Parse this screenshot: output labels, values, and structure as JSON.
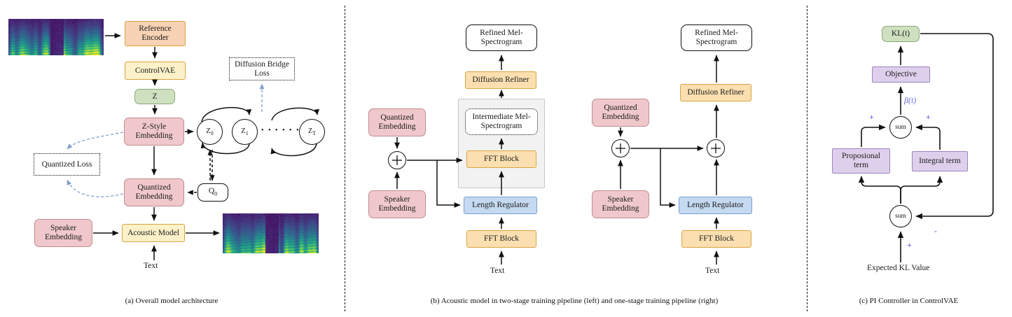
{
  "figure": {
    "title": "Model architecture figure (three panels)",
    "captions": [
      "(a) Overall model architecture",
      "(b) Acoustic model in two-stage training pipeline (left) and  one-stage training pipeline (right)",
      "(c) PI Controller in ControlVAE"
    ]
  },
  "colors": {
    "peach": "#f7d2b4",
    "yellow": "#fdf1c9",
    "orange": "#fbdfb0",
    "green": "#cfe0c0",
    "pink": "#f0c8cb",
    "blue": "#c5d9f1",
    "purple": "#ded0ec",
    "gold_border": "#d9a441",
    "pink_border": "#c08b90",
    "blue_border": "#7ba0cc",
    "purple_border": "#9d84bd",
    "green_border": "#8aa878",
    "loss_arrow": "#7f9ecb",
    "sign_blue": "#6a6ae0",
    "stroke": "#111111"
  },
  "panel_a": {
    "caption": "(a) Overall model architecture",
    "nodes": {
      "reference_encoder": "Reference Encoder",
      "controlvae": "ControlVAE",
      "z": "Z",
      "z_style_embedding": "Z-Style Embedding",
      "quantized_embedding": "Quantized Embedding",
      "speaker_embedding": "Speaker Embedding",
      "acoustic_model": "Acoustic Model",
      "quantized_loss": "Quantized Loss",
      "diffusion_bridge_loss": "Diffusion Bridge Loss",
      "q0": "Q",
      "q0_sub": "0",
      "text": "Text"
    },
    "diffusion_chain": [
      {
        "base": "Z",
        "sub": "0"
      },
      {
        "base": "Z",
        "sub": "1"
      },
      {
        "base": "Z",
        "sub": "T"
      }
    ],
    "ellipsis": "• • • • • •",
    "input_spectrogram": "mel-spectrogram-image",
    "output_spectrogram": "mel-spectrogram-image"
  },
  "panel_b": {
    "caption": "(b) Acoustic model in two-stage training pipeline (left) and  one-stage training pipeline (right)",
    "left": {
      "title": "two-stage training pipeline",
      "refined_mel": "Refined Mel-Spectrogram",
      "diffusion_refiner": "Diffusion Refiner",
      "intermediate_mel": "Intermediate Mel-Spectrogram",
      "fft_block_upper": "FFT Block",
      "length_regulator": "Length Regulator",
      "fft_block_lower": "FFT Block",
      "quantized_embedding": "Quantized Embedding",
      "speaker_embedding": "Speaker Embedding",
      "text": "Text",
      "adder": "plus-operator"
    },
    "right": {
      "title": "one-stage training pipeline",
      "refined_mel": "Refined Mel-Spectrogram",
      "diffusion_refiner": "Diffusion Refiner",
      "length_regulator": "Length Regulator",
      "fft_block_lower": "FFT Block",
      "quantized_embedding": "Quantized Embedding",
      "speaker_embedding": "Speaker Embedding",
      "text": "Text",
      "adder_left": "plus-operator",
      "adder_right": "plus-operator"
    }
  },
  "panel_c": {
    "caption": "(c) PI Controller in ControlVAE",
    "nodes": {
      "kl_t": "KL(t)",
      "objective": "Objective",
      "sum_upper": "sum",
      "sum_lower": "sum",
      "proposional_term": "Proposional term",
      "integral_term": "Integral term",
      "expected_kl_value": "Expected KL Value"
    },
    "labels": {
      "beta": "β(t)",
      "plus_left": "+",
      "plus_right": "+",
      "plus_bottom": "+",
      "minus_feedback": "-"
    }
  }
}
